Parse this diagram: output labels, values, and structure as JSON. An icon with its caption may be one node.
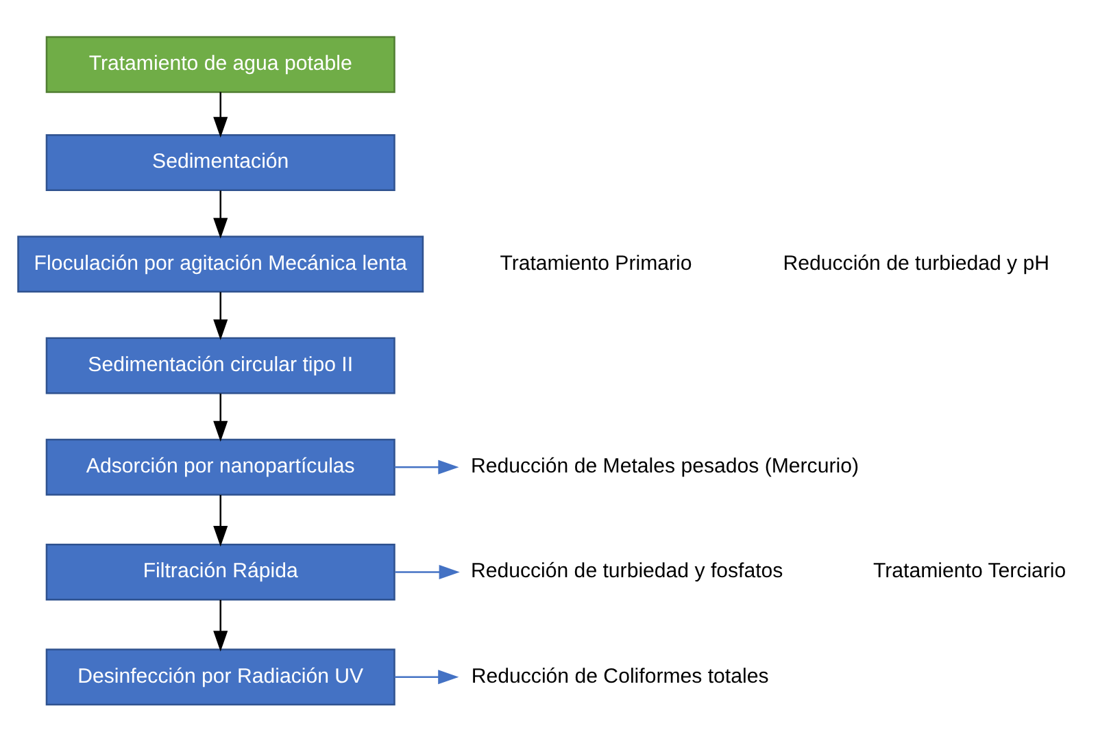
{
  "diagram": {
    "nodes": [
      {
        "text": [
          "Tratamiento de agua potable"
        ]
      },
      {
        "text": [
          "Sedimentación"
        ]
      },
      {
        "text": [
          "Floculación por agitación Mecánica lenta"
        ]
      },
      {
        "text": [
          "Sedimentación circular tipo II"
        ]
      },
      {
        "text": [
          "Adsorción por nanopartículas"
        ]
      },
      {
        "text": [
          "Filtración Rápida"
        ]
      },
      {
        "text": [
          "Desinfección por Radiación UV"
        ]
      },
      {
        "text": [
          "Reducción de Metales pesados (Mercurio)"
        ]
      },
      {
        "text": [
          "Reducción de turbiedad y fosfatos"
        ]
      },
      {
        "text": [
          "Reducción de Coliformes totales"
        ]
      }
    ],
    "edges": [
      {
        "from": 0,
        "to": 1,
        "arrow": "to"
      },
      {
        "from": 1,
        "to": 2,
        "arrow": "to"
      },
      {
        "from": 2,
        "to": 3,
        "arrow": "to"
      },
      {
        "from": 3,
        "to": 4,
        "arrow": "to"
      },
      {
        "from": 4,
        "to": 5,
        "arrow": "to"
      },
      {
        "from": 5,
        "to": 6,
        "arrow": "to"
      },
      {
        "from": 4,
        "to": 7,
        "arrow": "to",
        "color": "#4472c4"
      },
      {
        "from": 5,
        "to": 8,
        "arrow": "to",
        "color": "#4472c4"
      },
      {
        "from": 6,
        "to": 9,
        "arrow": "to",
        "color": "#4472c4"
      }
    ],
    "labels": [
      "Tratamiento Primario",
      "Reducción de turbiedad y pH",
      "Tratamiento Terciario"
    ]
  }
}
